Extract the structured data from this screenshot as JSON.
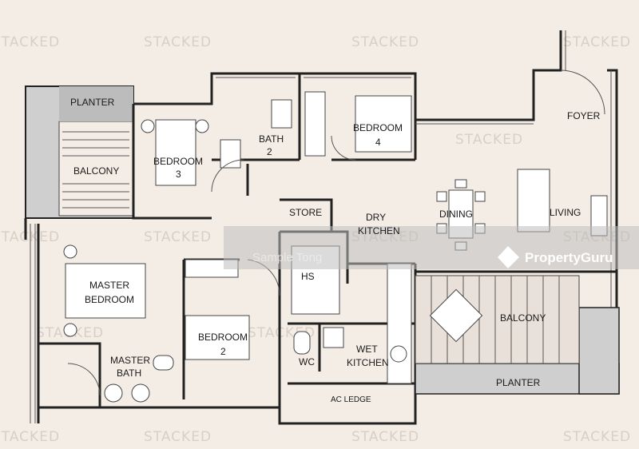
{
  "rooms": {
    "planter_top": "PLANTER",
    "balcony_left": "BALCONY",
    "bedroom3_line1": "BEDROOM",
    "bedroom3_line2": "3",
    "bath2_line1": "BATH",
    "bath2_line2": "2",
    "bedroom4_line1": "BEDROOM",
    "bedroom4_line2": "4",
    "foyer": "FOYER",
    "store": "STORE",
    "dry_kitchen_line1": "DRY",
    "dry_kitchen_line2": "KITCHEN",
    "dining": "DINING",
    "living": "LIVING",
    "master_bedroom_line1": "MASTER",
    "master_bedroom_line2": "BEDROOM",
    "hs": "HS",
    "bedroom2_line1": "BEDROOM",
    "bedroom2_line2": "2",
    "balcony_right": "BALCONY",
    "master_bath_line1": "MASTER",
    "master_bath_line2": "BATH",
    "wc": "WC",
    "wet_kitchen_line1": "WET",
    "wet_kitchen_line2": "KITCHEN",
    "planter_bottom": "PLANTER",
    "ac_ledge": "AC LEDGE"
  },
  "watermark": {
    "stacked": "STACKED",
    "sample": "Sample Tong",
    "brand": "PropertyGuru"
  }
}
